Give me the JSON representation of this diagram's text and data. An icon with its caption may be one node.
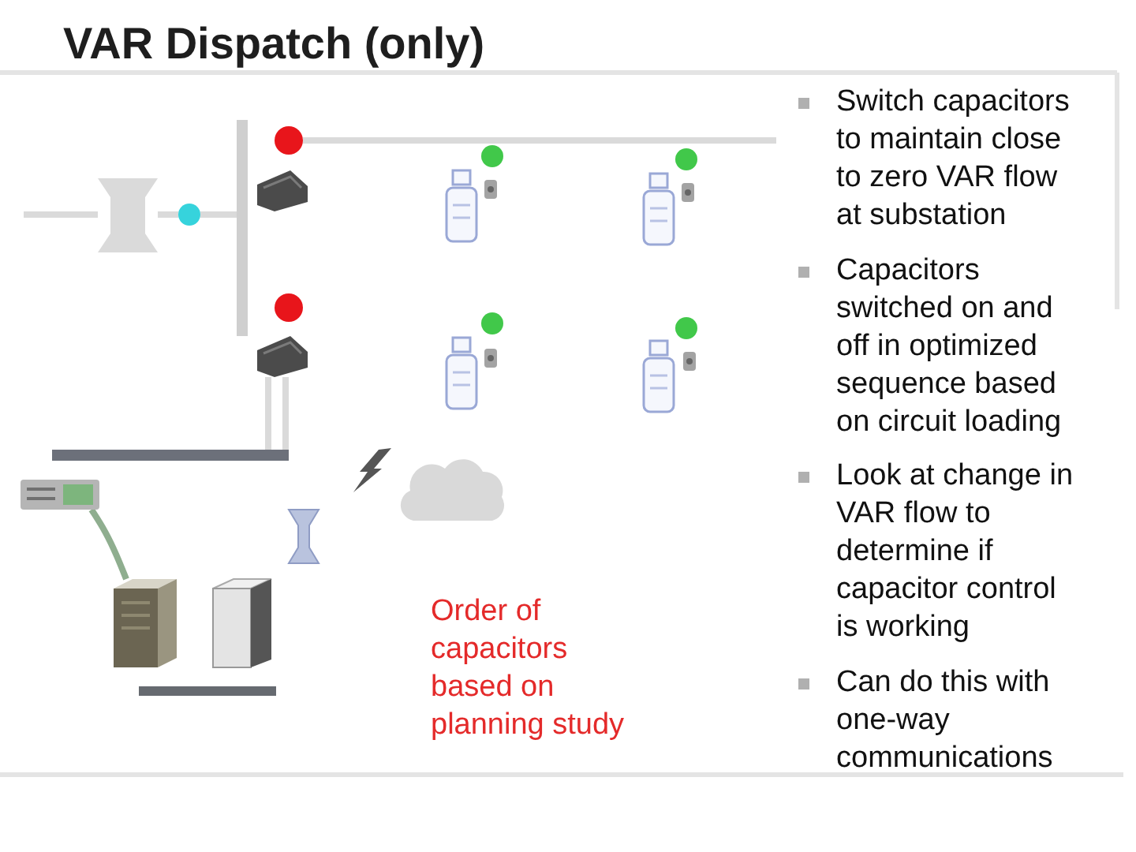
{
  "diagram": {
    "title": "VAR Dispatch (only)",
    "nodes": [
      {
        "text": [],
        "shape": "bar"
      },
      {
        "text": [],
        "shape": "circle"
      },
      {
        "text": [],
        "shape": "picture"
      },
      {
        "text": [],
        "shape": "circle"
      },
      {
        "text": [],
        "shape": "picture"
      },
      {
        "text": [],
        "shape": "bar"
      },
      {
        "text": [],
        "shape": "picture"
      },
      {
        "text": [],
        "shape": "picture"
      }
    ],
    "edges": [
      {
        "from": null,
        "to": 2,
        "arrow": "none"
      },
      {
        "from": 2,
        "to": 3,
        "arrow": "none"
      },
      {
        "from": 3,
        "to": 0,
        "arrow": "none"
      },
      {
        "from": 1,
        "to": null,
        "arrow": "none"
      },
      {
        "from": 4,
        "to": 5,
        "arrow": "none"
      },
      {
        "from": 4,
        "to": 5,
        "arrow": "none"
      },
      {
        "from": 6,
        "to": 7,
        "arrow": "none",
        "color": "#8fae8f"
      }
    ],
    "labels": [
      "Switch capacitors to maintain close to zero VAR flow at substation",
      "Capacitors switched on and off in optimized sequence based on circuit loading",
      "Look at change in VAR flow to determine if capacitor control is working",
      "Can do this with one-way communications",
      "Order of capacitors based on planning study"
    ]
  }
}
